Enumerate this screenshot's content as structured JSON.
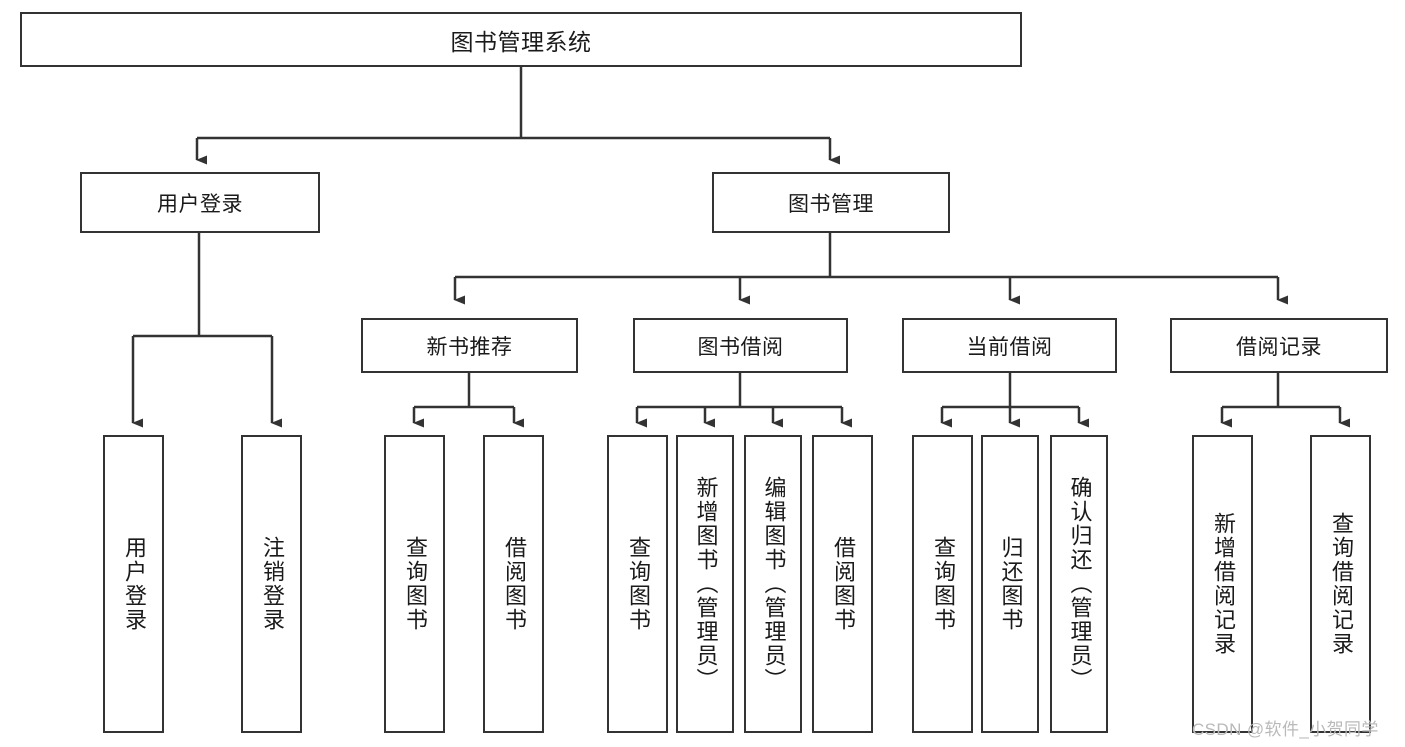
{
  "diagram": {
    "type": "tree-hierarchy",
    "title": "图书管理系统",
    "root": {
      "id": "root",
      "label": "图书管理系统"
    },
    "level2": [
      {
        "id": "user-login",
        "label": "用户登录"
      },
      {
        "id": "book-management",
        "label": "图书管理"
      }
    ],
    "level3": [
      {
        "id": "new-book-recommend",
        "label": "新书推荐",
        "parent": "book-management"
      },
      {
        "id": "book-borrow",
        "label": "图书借阅",
        "parent": "book-management"
      },
      {
        "id": "current-borrow",
        "label": "当前借阅",
        "parent": "book-management"
      },
      {
        "id": "borrow-record",
        "label": "借阅记录",
        "parent": "book-management"
      }
    ],
    "leaves": [
      {
        "id": "leaf-user-login",
        "label": "用户登录",
        "parent": "user-login"
      },
      {
        "id": "leaf-logout-login",
        "label": "注销登录",
        "parent": "user-login"
      },
      {
        "id": "leaf-query-book-1",
        "label": "查询图书",
        "parent": "new-book-recommend"
      },
      {
        "id": "leaf-borrow-book-1",
        "label": "借阅图书",
        "parent": "new-book-recommend"
      },
      {
        "id": "leaf-query-book-2",
        "label": "查询图书",
        "parent": "book-borrow"
      },
      {
        "id": "leaf-add-book",
        "label": "新增图书（管理员）",
        "parent": "book-borrow"
      },
      {
        "id": "leaf-edit-book",
        "label": "编辑图书（管理员）",
        "parent": "book-borrow"
      },
      {
        "id": "leaf-borrow-book-2",
        "label": "借阅图书",
        "parent": "book-borrow"
      },
      {
        "id": "leaf-query-book-3",
        "label": "查询图书",
        "parent": "current-borrow"
      },
      {
        "id": "leaf-return-book",
        "label": "归还图书",
        "parent": "current-borrow"
      },
      {
        "id": "leaf-confirm-return",
        "label": "确认归还（管理员）",
        "parent": "current-borrow"
      },
      {
        "id": "leaf-add-record",
        "label": "新增借阅记录",
        "parent": "borrow-record"
      },
      {
        "id": "leaf-query-record",
        "label": "查询借阅记录",
        "parent": "borrow-record"
      }
    ]
  },
  "watermark": {
    "text": "CSDN @软件_小贺同学"
  },
  "colors": {
    "border": "#333333",
    "background": "#ffffff",
    "text": "#1a1a1a",
    "watermark": "#b9b9b9"
  }
}
